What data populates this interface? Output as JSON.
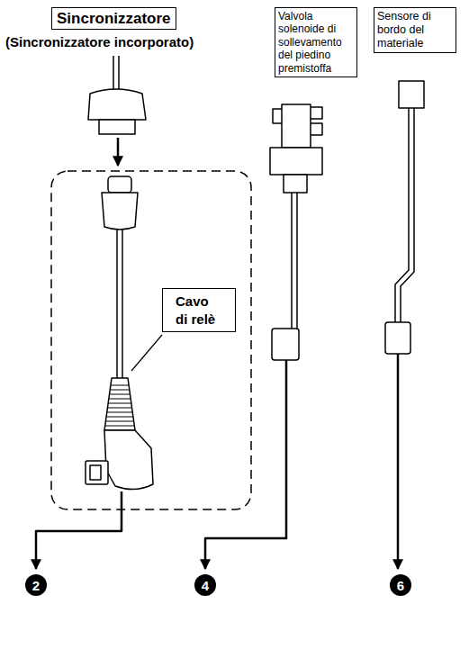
{
  "diagram": {
    "nodes": [
      {
        "text": [
          "Sincronizzatore"
        ]
      },
      {
        "text": [
          "Valvola solenoide di sollevamento del piedino premistoffa"
        ]
      },
      {
        "text": [
          "Sensore di bordo del materiale"
        ]
      },
      {
        "text": [
          "Cavo di relè"
        ]
      },
      {
        "text": [
          "2"
        ]
      },
      {
        "text": [
          "4"
        ]
      },
      {
        "text": [
          "6"
        ]
      }
    ],
    "labels": [
      "(Sincronizzatore incorporato)"
    ]
  }
}
